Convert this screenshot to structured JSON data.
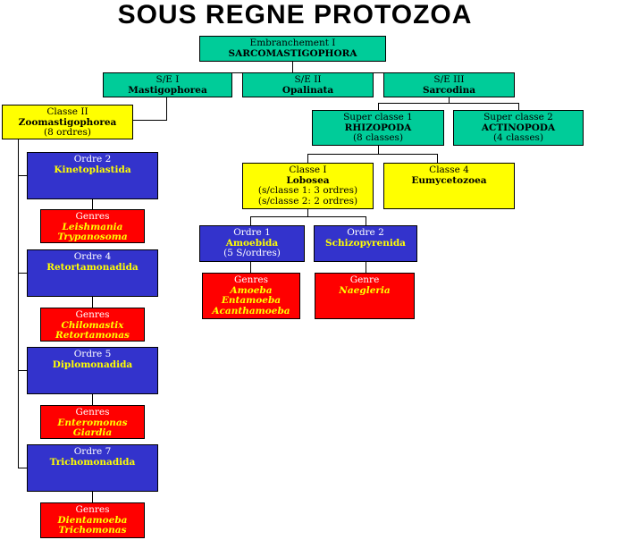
{
  "title": "SOUS REGNE PROTOZOA",
  "nodes": {
    "embranchement": {
      "label": "Embranchement I",
      "name": "SARCOMASTIGOPHORA"
    },
    "se1": {
      "label": "S/E I",
      "name": "Mastigophorea"
    },
    "se2": {
      "label": "S/E II",
      "name": "Opalinata"
    },
    "se3": {
      "label": "S/E III",
      "name": "Sarcodina"
    },
    "classe2": {
      "label": "Classe II",
      "name": "Zoomastigophorea",
      "detail": "(8 ordres)"
    },
    "superclasse1": {
      "label": "Super classe 1",
      "name": "RHIZOPODA",
      "detail": "(8 classes)"
    },
    "superclasse2": {
      "label": "Super classe 2",
      "name": "ACTINOPODA",
      "detail": "(4 classes)"
    },
    "classe1": {
      "label": "Classe I",
      "name": "Lobosea",
      "detail1": "(s/classe 1: 3 ordres)",
      "detail2": "(s/classe 2: 2 ordres)"
    },
    "classe4": {
      "label": "Classe 4",
      "name": "Eumycetozoea"
    },
    "ordre1": {
      "label": "Ordre 1",
      "name": "Amoebida",
      "detail": "(5 S/ordres)"
    },
    "ordre2s": {
      "label": "Ordre 2",
      "name": "Schizopyrenida"
    },
    "genres_amoeba": {
      "label": "Genres",
      "g1": "Amoeba",
      "g2": "Entamoeba",
      "g3": "Acanthamoeba"
    },
    "genre_naegleria": {
      "label": "Genre",
      "g1": "Naegleria"
    },
    "ordre2": {
      "label": "Ordre 2",
      "name": "Kinetoplastida"
    },
    "genres_kineto": {
      "label": "Genres",
      "g1": "Leishmania",
      "g2": "Trypanosoma"
    },
    "ordre4": {
      "label": "Ordre 4",
      "name": "Retortamonadida"
    },
    "genres_retorta": {
      "label": "Genres",
      "g1": "Chilomastix",
      "g2": "Retortamonas"
    },
    "ordre5": {
      "label": "Ordre 5",
      "name": "Diplomonadida"
    },
    "genres_diplo": {
      "label": "Genres",
      "g1": "Enteromonas",
      "g2": "Giardia"
    },
    "ordre7": {
      "label": "Ordre 7",
      "name": "Trichomonadida"
    },
    "genres_tricho": {
      "label": "Genres",
      "g1": "Dientamoeba",
      "g2": "Trichomonas"
    }
  },
  "colors": {
    "green": "#00cc99",
    "yellow": "#ffff00",
    "blue": "#3333cc",
    "red": "#ff0000"
  }
}
